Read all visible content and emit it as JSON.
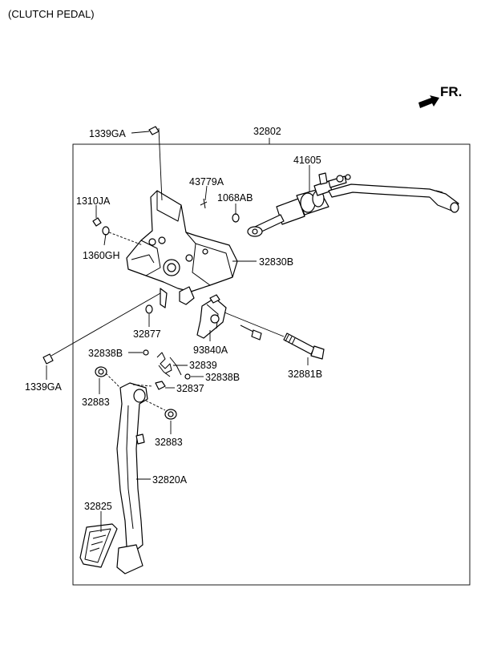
{
  "title": "(CLUTCH PEDAL)",
  "direction_label": "FR.",
  "parts": {
    "p1339GA_top": "1339GA",
    "p32802": "32802",
    "p41605": "41605",
    "p43779A": "43779A",
    "p1068AB": "1068AB",
    "p1310JA": "1310JA",
    "p1360GH": "1360GH",
    "p32830B": "32830B",
    "p32877": "32877",
    "p93840A": "93840A",
    "p32881B": "32881B",
    "p32838B_left": "32838B",
    "p32839": "32839",
    "p32838B_right": "32838B",
    "p32837": "32837",
    "p1339GA_left": "1339GA",
    "p32883_left": "32883",
    "p32883_right": "32883",
    "p32820A": "32820A",
    "p32825": "32825"
  }
}
